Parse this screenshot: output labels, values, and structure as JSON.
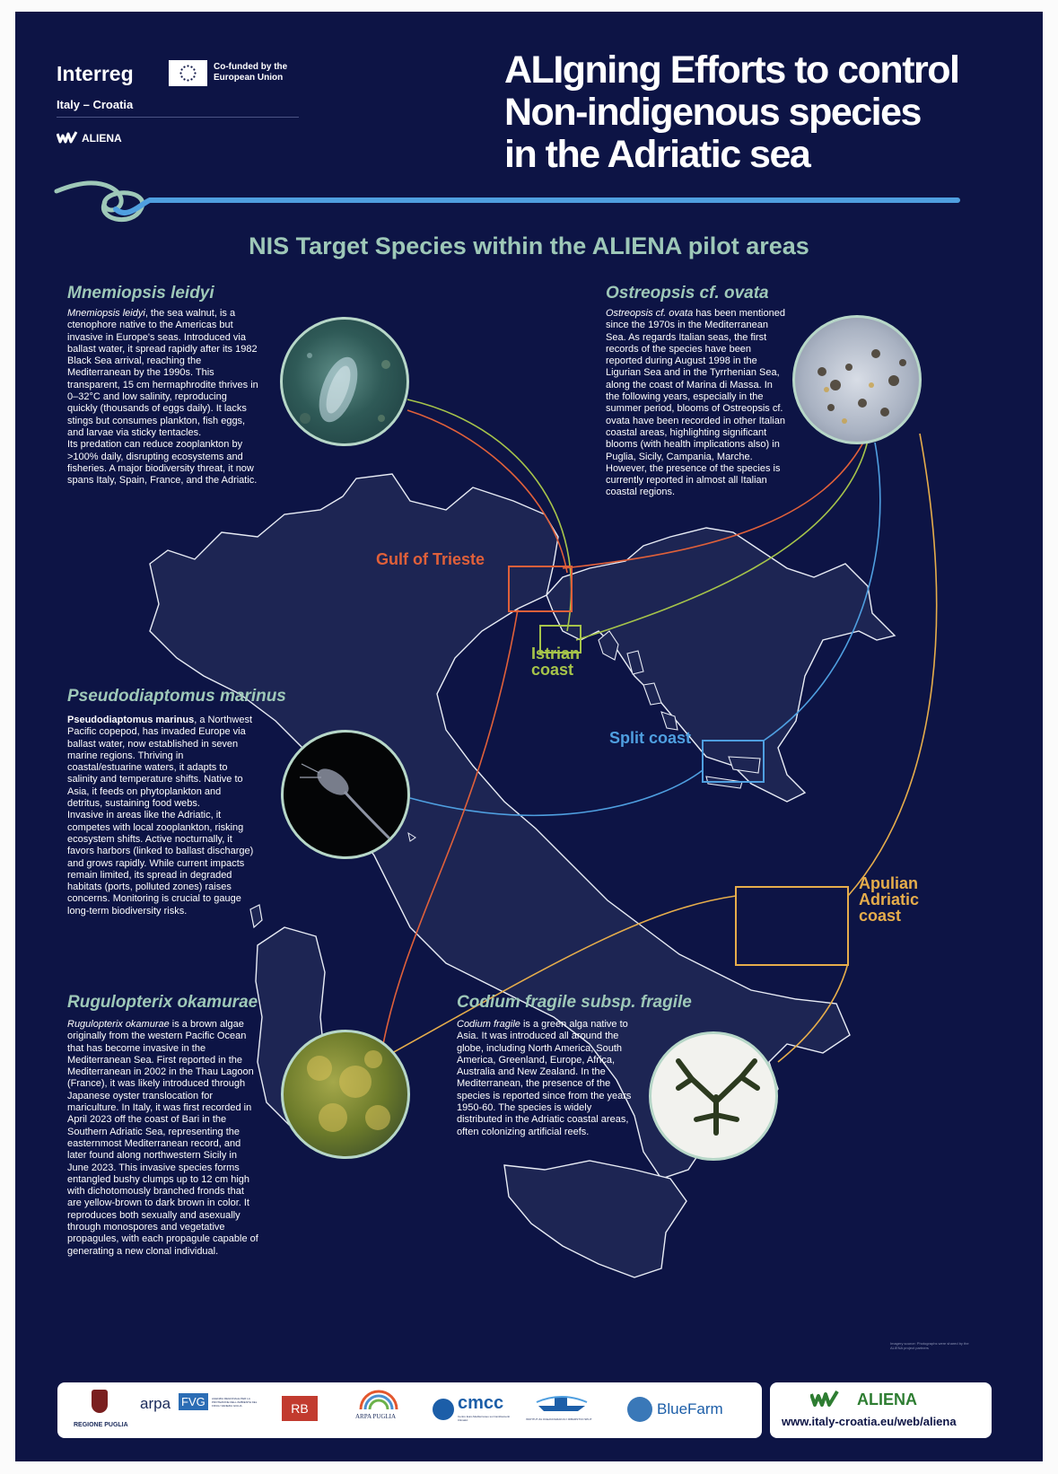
{
  "header": {
    "programme": "Interreg",
    "cofunded": "Co-funded by the European Union",
    "region": "Italy – Croatia",
    "project": "ALIENA"
  },
  "title": {
    "line1": "ALIgning Efforts to control",
    "line2": "Non-indigenous species",
    "line3": "in the Adriatic sea"
  },
  "subtitle": "NIS Target Species within the ALIENA pilot areas",
  "species": {
    "mnemiopsis": {
      "name": "Mnemiopsis leidyi",
      "lead": "Mnemiopsis leidyi",
      "body": ", the sea walnut, is a ctenophore native to the Americas but invasive in Europe's seas. Introduced via ballast water, it spread rapidly after its 1982 Black Sea arrival, reaching the Mediterranean by the 1990s. This transparent, 15 cm hermaphrodite thrives in 0–32°C and low salinity, reproducing quickly (thousands of eggs daily). It lacks stings but consumes plankton, fish eggs, and larvae via sticky tentacles.",
      "body2": "Its predation can reduce zooplankton by >100% daily, disrupting ecosystems and fisheries. A major biodiversity threat, it now spans Italy, Spain, France, and the Adriatic."
    },
    "ostreopsis": {
      "name": "Ostreopsis cf. ovata",
      "lead": "Ostreopsis cf. ovata",
      "body": " has been mentioned since the 1970s in the Mediterranean Sea. As regards Italian seas, the first records of the species have been reported during August 1998 in the Ligurian Sea and in the Tyrrhenian Sea, along the coast of Marina di Massa. In the following years, especially in the summer period, blooms of Ostreopsis cf. ovata have been recorded in other Italian coastal areas, highlighting significant blooms (with health implications also) in Puglia, Sicily, Campania, Marche. However, the presence of the species is currently reported in almost all Italian coastal regions."
    },
    "pseudodiaptomus": {
      "name": "Pseudodiaptomus marinus",
      "lead": "Pseudodiaptomus marinus",
      "body": ", a Northwest Pacific copepod, has invaded Europe via ballast water, now established in seven marine regions. Thriving in coastal/estuarine waters, it adapts to salinity and temperature shifts. Native to Asia, it feeds on phytoplankton and detritus, sustaining food webs.",
      "body2": "Invasive in areas like the Adriatic, it competes with local zooplankton, risking ecosystem shifts. Active nocturnally, it favors harbors (linked to ballast discharge) and grows rapidly. While current impacts remain limited, its spread in degraded habitats (ports, polluted zones) raises concerns. Monitoring is crucial to gauge long-term biodiversity risks."
    },
    "rugulopterix": {
      "name": "Rugulopterix okamurae",
      "lead": "Rugulopterix okamurae",
      "body": " is a brown algae originally from the western Pacific Ocean that has become invasive in the Mediterranean Sea. First reported in the Mediterranean in 2002 in the Thau Lagoon (France), it was likely introduced through Japanese oyster translocation for mariculture. In Italy, it was first recorded in April 2023 off the coast of Bari in the Southern Adriatic Sea, representing the easternmost Mediterranean record, and later found along northwestern Sicily in June 2023. This invasive species forms entangled bushy clumps up to 12 cm high with dichotomously branched fronds that are yellow-brown to dark brown in color. It reproduces both sexually and asexually through monospores and vegetative propagules, with each propagule capable of generating a new clonal individual."
    },
    "codium": {
      "name": "Codium fragile subsp. fragile",
      "lead": "Codium fragile",
      "body": " is a green alga native to Asia. It was introduced all around the globe, including North America, South America, Greenland, Europe, Africa, Australia and New Zealand. In the Mediterranean, the presence of the species is reported since from the years 1950-60. The species is widely distributed in the Adriatic coastal areas, often colonizing artificial reefs."
    }
  },
  "areas": {
    "trieste": {
      "label": "Gulf of Trieste",
      "color": "#e0603a"
    },
    "istrian": {
      "label": "Istrian coast",
      "color": "#a6c44a"
    },
    "split": {
      "label": "Split coast",
      "color": "#4f9fe0"
    },
    "apulian": {
      "label": "Apulian Adriatic coast",
      "color": "#e6ad4b"
    }
  },
  "credit": "Imagery source: Photographs were shared by the ALIENA project partners",
  "partners": {
    "puglia": "REGIONE PUGLIA",
    "arpa": "arpa",
    "fvg": "FVG",
    "fvg_sub": "AGENZIA REGIONALE PER LA PROTEZIONE DELL'AMBIENTE DEL FRIULI VENEZIA GIULIA",
    "rb": "RB",
    "arpapuglia": "ARPA PUGLIA",
    "cmcc": "cmcc",
    "cmcc_sub": "Centro Euro-Mediterraneo sui Cambiamenti Climatici",
    "izor": "INSTITUT ZA OCEANOGRAFIJU I RIBARSTVO SPLIT",
    "bluefarm": "BlueFarm",
    "aliena": "ALIENA",
    "url": "www.italy-croatia.eu/web/aliena"
  },
  "colors": {
    "background": "#0d1445",
    "accent_green": "#9ec8b8",
    "swirl_blue": "#4f9fe0"
  }
}
